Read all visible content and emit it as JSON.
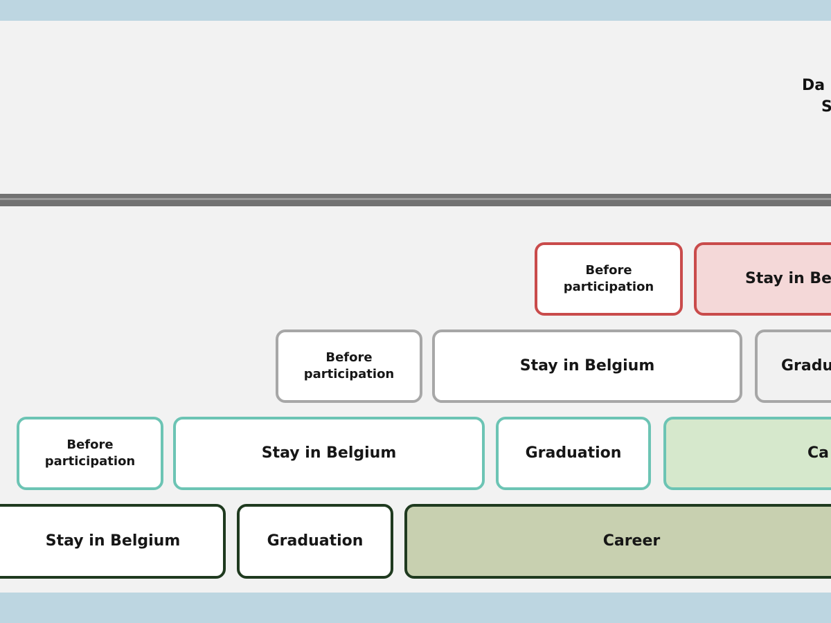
{
  "header": {
    "label_line1": "Da",
    "label_line2": "S"
  },
  "rows": {
    "red": {
      "before": "Before\nparticipation",
      "stay": "Stay in Be"
    },
    "gray": {
      "before": "Before\nparticipation",
      "stay": "Stay in Belgium",
      "graduation": "Gradu"
    },
    "teal": {
      "before": "Before\nparticipation",
      "stay": "Stay in Belgium",
      "graduation": "Graduation",
      "career": "Ca"
    },
    "dark": {
      "stay": "Stay in Belgium",
      "graduation": "Graduation",
      "career": "Career"
    }
  },
  "colors": {
    "background": "#bdd6e1",
    "panel": "#f2f2f2",
    "red": "#c94b4b",
    "gray": "#a7a7a7",
    "teal": "#6cc4b4",
    "dark": "#1f3a1f",
    "green_fill": "#d6e8cc",
    "olive_fill": "#c8d0b0",
    "pink_fill": "#f4d8d8"
  }
}
